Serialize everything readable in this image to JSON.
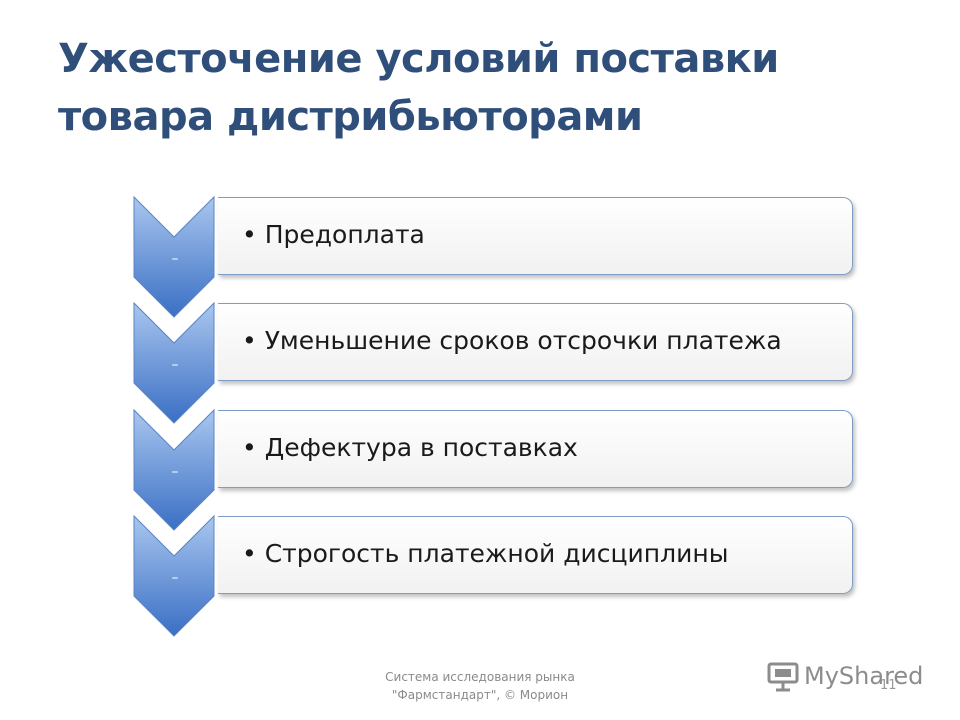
{
  "title": {
    "line1": "Ужесточение условий поставки",
    "line2": "товара дистрибьюторами"
  },
  "items": [
    {
      "chevron_label": "–",
      "text": "• Предоплата"
    },
    {
      "chevron_label": "–",
      "text": "• Уменьшение сроков отсрочки платежа"
    },
    {
      "chevron_label": "–",
      "text": "• Дефектура в поставках"
    },
    {
      "chevron_label": "–",
      "text": "• Строгость платежной дисциплины"
    }
  ],
  "footer": {
    "line1": "Система исследования рынка",
    "line2": "\"Фармстандарт\", © Морион"
  },
  "page_number": "11",
  "watermark": "MyShared",
  "colors": {
    "title": "#2f4f7a",
    "chevron_light": "#8fb2e6",
    "chevron_dark": "#3a6fc4",
    "box_border": "#7f9cc4"
  }
}
